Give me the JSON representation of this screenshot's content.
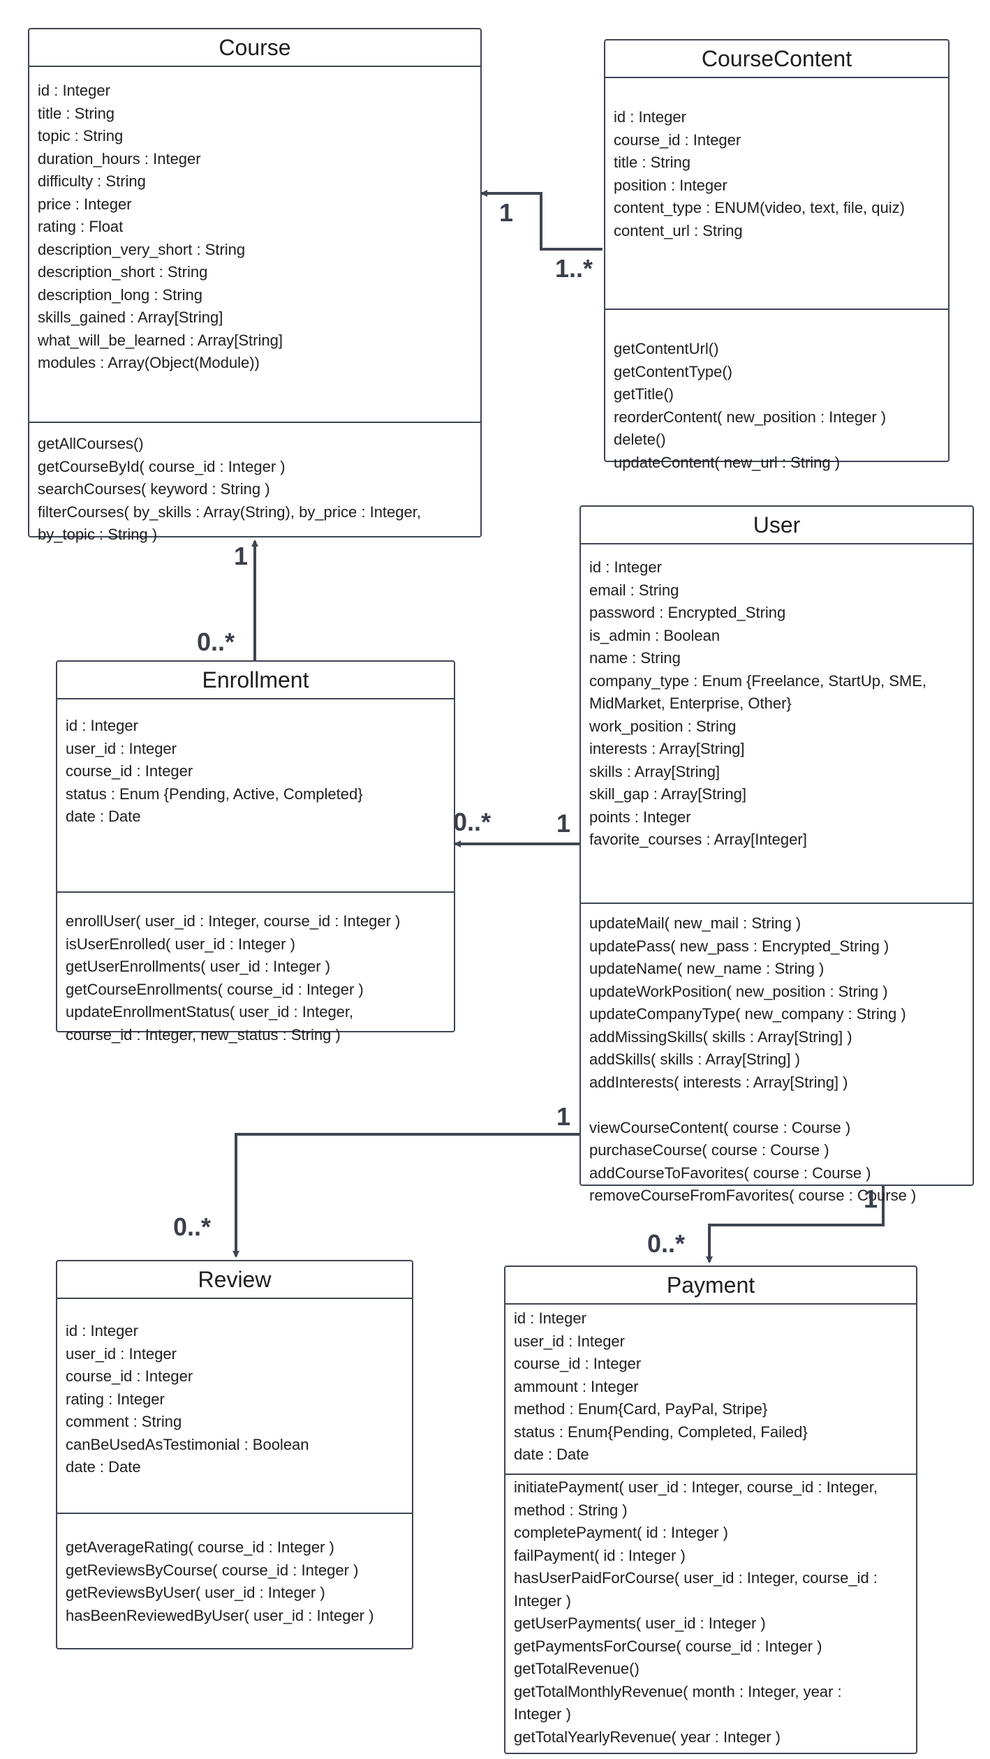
{
  "classes": {
    "course": {
      "name": "Course",
      "attributes": [
        "id : Integer",
        "title : String",
        "topic : String",
        "duration_hours : Integer",
        "difficulty : String",
        "price : Integer",
        "rating : Float",
        "description_very_short : String",
        "description_short : String",
        "description_long : String",
        "skills_gained : Array[String]",
        "what_will_be_learned : Array[String]",
        "modules : Array(Object(Module))"
      ],
      "methods": [
        "getAllCourses()",
        "getCourseById( course_id : Integer )",
        "searchCourses( keyword : String )",
        "filterCourses( by_skills : Array(String), by_price : Integer,",
        "by_topic : String )"
      ]
    },
    "course_content": {
      "name": "CourseContent",
      "attributes": [
        "id : Integer",
        "course_id : Integer",
        "title : String",
        "position : Integer",
        "content_type : ENUM(video, text, file, quiz)",
        "content_url : String"
      ],
      "methods": [
        "getContentUrl()",
        "getContentType()",
        "getTitle()",
        "reorderContent( new_position : Integer )",
        "delete()",
        "updateContent( new_url : String )"
      ]
    },
    "user": {
      "name": "User",
      "attributes": [
        "id : Integer",
        "email : String",
        "password : Encrypted_String",
        "is_admin : Boolean",
        "name : String",
        "company_type : Enum {Freelance, StartUp, SME,",
        "MidMarket, Enterprise, Other}",
        "work_position : String",
        "interests : Array[String]",
        "skills : Array[String]",
        "skill_gap : Array[String]",
        "points : Integer",
        "favorite_courses : Array[Integer]"
      ],
      "methods": [
        "updateMail( new_mail : String )",
        "updatePass( new_pass : Encrypted_String )",
        "updateName( new_name : String )",
        "updateWorkPosition( new_position : String )",
        "updateCompanyType( new_company : String )",
        "addMissingSkills( skills : Array[String] )",
        "addSkills( skills : Array[String] )",
        "addInterests( interests : Array[String] )",
        "",
        "viewCourseContent( course : Course )",
        "purchaseCourse( course : Course )",
        "addCourseToFavorites( course : Course )",
        "removeCourseFromFavorites( course : Course )"
      ]
    },
    "enrollment": {
      "name": "Enrollment",
      "attributes": [
        "id : Integer",
        "user_id : Integer",
        "course_id : Integer",
        "status : Enum {Pending, Active, Completed}",
        "date : Date"
      ],
      "methods": [
        "enrollUser( user_id : Integer, course_id : Integer )",
        "isUserEnrolled( user_id : Integer )",
        "getUserEnrollments( user_id : Integer )",
        "getCourseEnrollments( course_id : Integer )",
        "updateEnrollmentStatus( user_id : Integer,",
        "course_id : Integer, new_status : String )"
      ]
    },
    "review": {
      "name": "Review",
      "attributes": [
        "id : Integer",
        "user_id : Integer",
        "course_id : Integer",
        "rating : Integer",
        "comment : String",
        "canBeUsedAsTestimonial : Boolean",
        "date : Date"
      ],
      "methods": [
        "getAverageRating( course_id : Integer )",
        "getReviewsByCourse( course_id : Integer )",
        "getReviewsByUser( user_id : Integer )",
        "hasBeenReviewedByUser( user_id : Integer )"
      ]
    },
    "payment": {
      "name": "Payment",
      "attributes": [
        "id : Integer",
        "user_id : Integer",
        "course_id : Integer",
        "ammount : Integer",
        "method : Enum{Card, PayPal, Stripe}",
        "status : Enum{Pending, Completed, Failed}",
        "date : Date"
      ],
      "methods": [
        "initiatePayment( user_id : Integer, course_id : Integer,",
        "method : String )",
        "completePayment( id : Integer )",
        "failPayment( id : Integer )",
        "hasUserPaidForCourse( user_id : Integer, course_id :",
        "Integer )",
        "getUserPayments( user_id : Integer )",
        "getPaymentsForCourse( course_id : Integer )",
        "getTotalRevenue()",
        "getTotalMonthlyRevenue( month : Integer, year :",
        "Integer )",
        "getTotalYearlyRevenue( year : Integer )"
      ]
    }
  },
  "relations": [
    {
      "id": "content-course",
      "from": "CourseContent",
      "to": "Course",
      "source_multiplicity": "1..*",
      "target_multiplicity": "1"
    },
    {
      "id": "enrollment-course",
      "from": "Enrollment",
      "to": "Course",
      "source_multiplicity": "0..*",
      "target_multiplicity": "1"
    },
    {
      "id": "user-enrollment",
      "from": "User",
      "to": "Enrollment",
      "source_multiplicity": "1",
      "target_multiplicity": "0..*"
    },
    {
      "id": "user-review",
      "from": "User",
      "to": "Review",
      "source_multiplicity": "1",
      "target_multiplicity": "0..*"
    },
    {
      "id": "user-payment",
      "from": "User",
      "to": "Payment",
      "source_multiplicity": "1",
      "target_multiplicity": "0..*"
    }
  ],
  "colors": {
    "border": "#3f4552",
    "connector": "#3f4552",
    "text": "#1e1e1e"
  }
}
